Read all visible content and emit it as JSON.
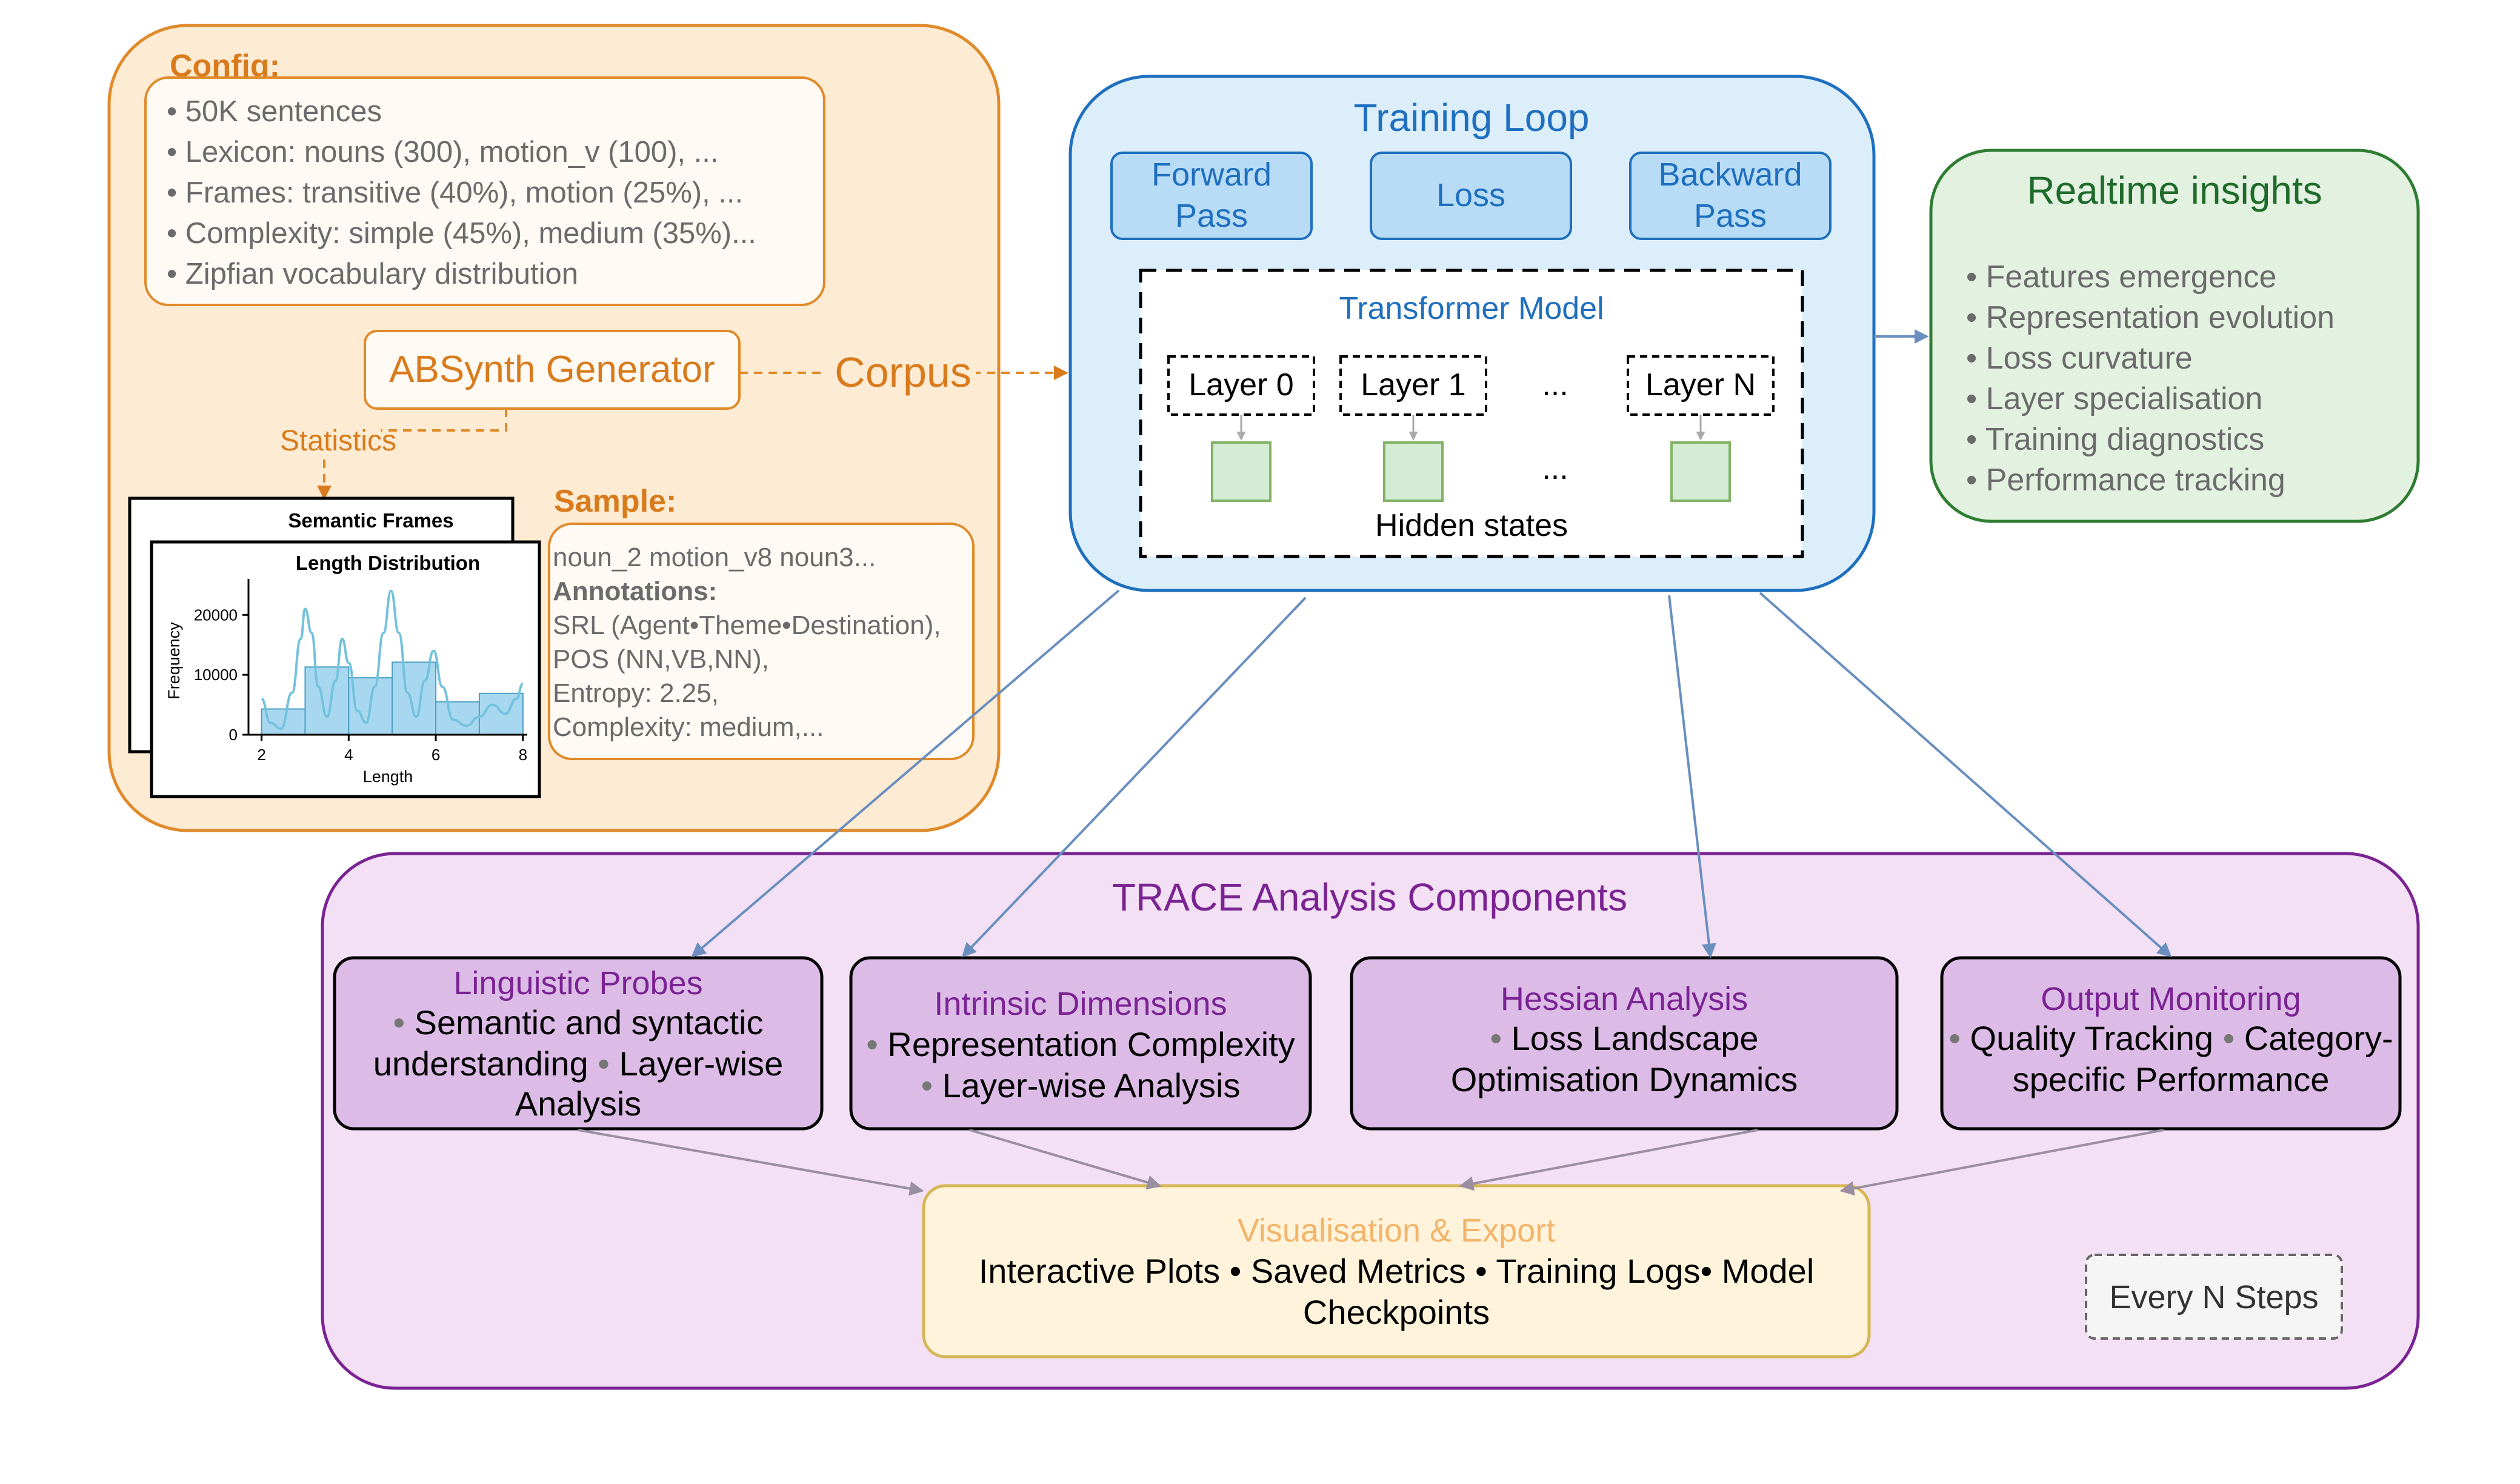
{
  "config": {
    "title": "Config:",
    "items": [
      "• 50K sentences",
      "• Lexicon: nouns (300), motion_v (100), ...",
      "• Frames: transitive (40%), motion (25%), ...",
      "• Complexity: simple (45%), medium (35%)...",
      "• Zipfian vocabulary distribution"
    ]
  },
  "generator": {
    "label": "ABSynth Generator"
  },
  "corpus_label": "Corpus",
  "statistics_label": "Statistics",
  "back_chart": {
    "title": "Semantic Frames"
  },
  "length_chart": {
    "title": "Length Distribution",
    "xlabel": "Length",
    "ylabel": "Frequency",
    "yticks": [
      "0",
      "10000",
      "20000"
    ],
    "xticks": [
      "2",
      "4",
      "6",
      "8"
    ]
  },
  "chart_data": {
    "type": "bar",
    "title": "Length Distribution",
    "xlabel": "Length",
    "ylabel": "Frequency",
    "bins": [
      [
        2,
        3
      ],
      [
        3,
        4
      ],
      [
        4,
        5
      ],
      [
        5,
        6
      ],
      [
        6,
        7
      ],
      [
        7,
        8
      ]
    ],
    "values": [
      4300,
      11300,
      9500,
      12100,
      5500,
      6900
    ],
    "xlim": [
      1.7,
      8.1
    ],
    "ylim": [
      0,
      26000
    ],
    "xticks": [
      2,
      4,
      6,
      8
    ],
    "yticks": [
      0,
      10000,
      20000
    ],
    "kde_curve": [
      [
        2,
        6000
      ],
      [
        2.2,
        2000
      ],
      [
        2.45,
        1000
      ],
      [
        2.7,
        7000
      ],
      [
        2.9,
        16000
      ],
      [
        3.0,
        21000
      ],
      [
        3.15,
        17000
      ],
      [
        3.3,
        8000
      ],
      [
        3.5,
        3000
      ],
      [
        3.7,
        9000
      ],
      [
        3.85,
        16000
      ],
      [
        4.0,
        12000
      ],
      [
        4.2,
        4000
      ],
      [
        4.4,
        2000
      ],
      [
        4.6,
        8000
      ],
      [
        4.8,
        17000
      ],
      [
        4.97,
        24000
      ],
      [
        5.15,
        17000
      ],
      [
        5.35,
        7000
      ],
      [
        5.55,
        3000
      ],
      [
        5.75,
        9000
      ],
      [
        5.95,
        14000
      ],
      [
        6.15,
        8000
      ],
      [
        6.4,
        2500
      ],
      [
        6.7,
        1500
      ],
      [
        7.0,
        3000
      ],
      [
        7.3,
        5000
      ],
      [
        7.6,
        3500
      ],
      [
        7.85,
        6000
      ],
      [
        8.0,
        8500
      ]
    ]
  },
  "sample": {
    "title": "Sample:",
    "tokens": "noun_2 motion_v8 noun3...",
    "annotations_title": "Annotations:",
    "lines": [
      "SRL (Agent•Theme•Destination),",
      "POS (NN,VB,NN),",
      "Entropy: 2.25,",
      "Complexity: medium,..."
    ]
  },
  "training_loop": {
    "title": "Training Loop",
    "forward_line1": "Forward",
    "forward_line2": "Pass",
    "loss": "Loss",
    "backward_line1": "Backward",
    "backward_line2": "Pass",
    "model_title": "Transformer Model",
    "layers": [
      "Layer 0",
      "Layer 1",
      "...",
      "Layer N"
    ],
    "dots": "...",
    "hidden_states": "Hidden states"
  },
  "insights": {
    "title": "Realtime insights",
    "items": [
      "• Features emergence",
      "• Representation evolution",
      "• Loss curvature",
      "• Layer specialisation",
      "• Training diagnostics",
      "• Performance tracking"
    ]
  },
  "trace": {
    "title": "TRACE Analysis Components",
    "probes": {
      "title": "Linguistic Probes",
      "line1": "Semantic and syntactic",
      "line2": "understanding",
      "line2b": "Layer-wise",
      "line3": "Analysis"
    },
    "intrinsic": {
      "title": "Intrinsic Dimensions",
      "line1": "Representation Complexity",
      "line2": "Layer-wise Analysis"
    },
    "hessian": {
      "title": "Hessian Analysis",
      "line1": "Loss Landscape",
      "line2": "Optimisation Dynamics"
    },
    "output": {
      "title": "Output Monitoring",
      "line1a": "Quality Tracking",
      "line1b": "Category-",
      "line2": "specific Performance"
    },
    "visual": {
      "title": "Visualisation & Export",
      "line1": "Interactive Plots • Saved Metrics • Training Logs• Model",
      "line2": "Checkpoints"
    },
    "every_n": "Every N Steps"
  },
  "colors": {
    "orange": "#d97b1c",
    "orange_fill": "#fdebd3",
    "blue": "#1f6fbf",
    "blue_fill": "#ddeefb",
    "green": "#2e7d32",
    "green_fill": "#e3f1e1",
    "purple": "#7a2393",
    "purple_fill": "#f4e0f4",
    "node_purple": "#dcbbe6",
    "gray_text": "#6b6b6b"
  }
}
